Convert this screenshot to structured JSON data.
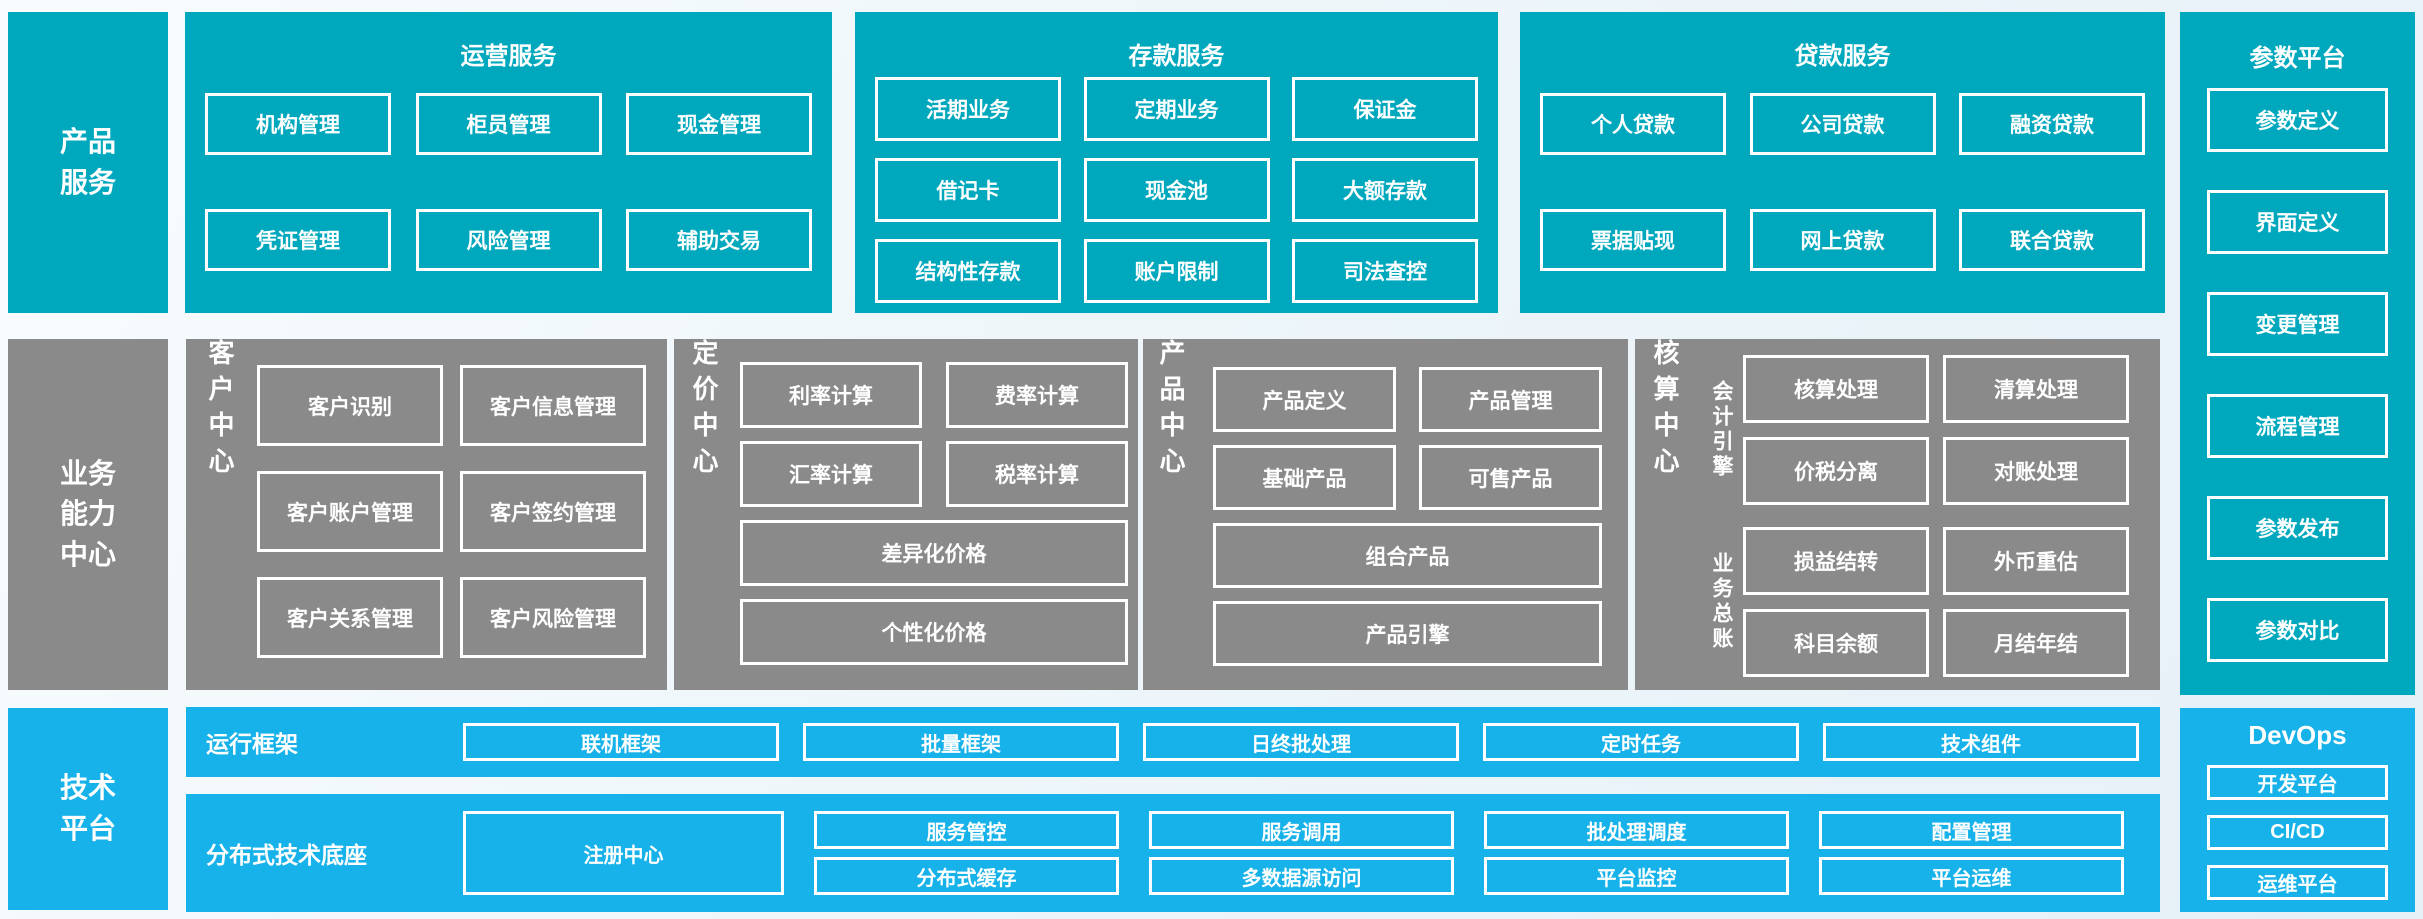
{
  "palette": {
    "teal": "#00a8bd",
    "gray": "#8a8a8a",
    "bright_blue": "#17b2e9",
    "background": "#eef6fa",
    "box_border": "#ffffff",
    "text": "#ffffff"
  },
  "left_labels": {
    "products": "产品\n服务",
    "business": "业务\n能力\n中心",
    "tech": "技术\n平台"
  },
  "product_band": {
    "panels": [
      {
        "title": "运营服务",
        "items": [
          "机构管理",
          "柜员管理",
          "现金管理",
          "凭证管理",
          "风险管理",
          "辅助交易"
        ]
      },
      {
        "title": "存款服务",
        "items": [
          "活期业务",
          "定期业务",
          "保证金",
          "借记卡",
          "现金池",
          "大额存款",
          "结构性存款",
          "账户限制",
          "司法查控"
        ]
      },
      {
        "title": "贷款服务",
        "items": [
          "个人贷款",
          "公司贷款",
          "融资贷款",
          "票据贴现",
          "网上贷款",
          "联合贷款"
        ]
      }
    ]
  },
  "param_platform": {
    "title": "参数平台",
    "items": [
      "参数定义",
      "界面定义",
      "变更管理",
      "流程管理",
      "参数发布",
      "参数对比"
    ]
  },
  "business_band": {
    "customer": {
      "label": "客户中心",
      "items": [
        "客户识别",
        "客户信息管理",
        "客户账户管理",
        "客户签约管理",
        "客户关系管理",
        "客户风险管理"
      ]
    },
    "pricing": {
      "label": "定价中心",
      "pairs": [
        "利率计算",
        "费率计算",
        "汇率计算",
        "税率计算"
      ],
      "wide": [
        "差异化价格",
        "个性化价格"
      ]
    },
    "product": {
      "label": "产品中心",
      "pairs": [
        "产品定义",
        "产品管理",
        "基础产品",
        "可售产品"
      ],
      "wide": [
        "组合产品",
        "产品引擎"
      ]
    },
    "accounting": {
      "label": "核算中心",
      "groups": [
        {
          "label": "会计引擎",
          "items": [
            "核算处理",
            "清算处理",
            "价税分离",
            "对账处理"
          ]
        },
        {
          "label": "业务总账",
          "items": [
            "损益结转",
            "外币重估",
            "科目余额",
            "月结年结"
          ]
        }
      ]
    }
  },
  "tech_band": {
    "runtime": {
      "label": "运行框架",
      "items": [
        "联机框架",
        "批量框架",
        "日终批处理",
        "定时任务",
        "技术组件"
      ]
    },
    "distributed": {
      "label": "分布式技术底座",
      "registry": "注册中心",
      "columns": [
        [
          "服务管控",
          "分布式缓存"
        ],
        [
          "服务调用",
          "多数据源访问"
        ],
        [
          "批处理调度",
          "平台监控"
        ],
        [
          "配置管理",
          "平台运维"
        ]
      ]
    }
  },
  "devops": {
    "title": "DevOps",
    "items": [
      "开发平台",
      "CI/CD",
      "运维平台"
    ]
  }
}
